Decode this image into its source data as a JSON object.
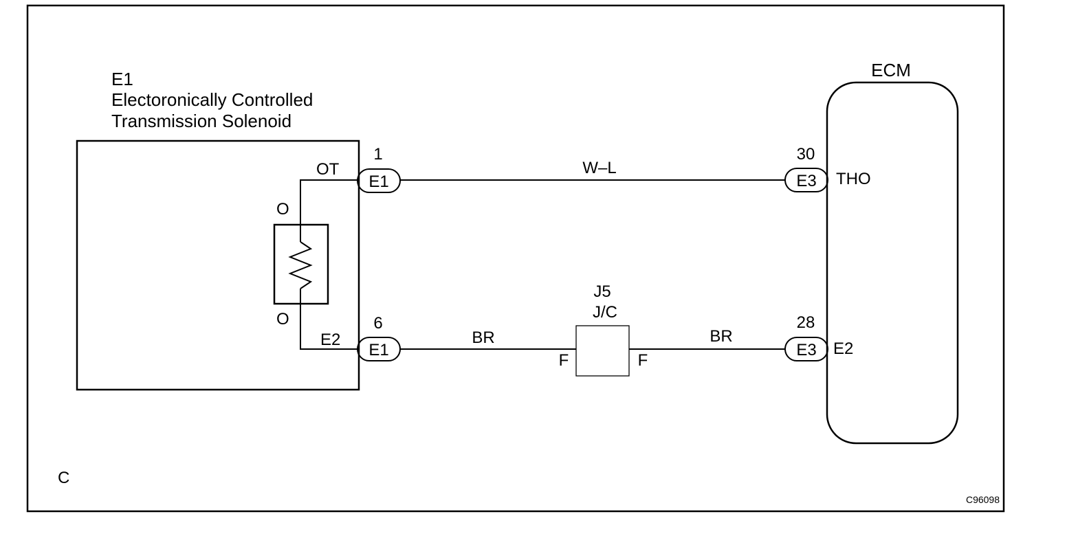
{
  "component": {
    "id": "E1",
    "name_line1": "Electoronically Controlled",
    "name_line2": "Transmission Solenoid",
    "terminal_top": "OT",
    "terminal_bottom": "E2",
    "sensor_top_mark": "O",
    "sensor_bottom_mark": "O"
  },
  "connectors": {
    "e1_top": {
      "label": "E1",
      "pin": "1"
    },
    "e1_bottom": {
      "label": "E1",
      "pin": "6"
    },
    "e3_top": {
      "label": "E3",
      "pin": "30",
      "terminal": "THO"
    },
    "e3_bottom": {
      "label": "E3",
      "pin": "28",
      "terminal": "E2"
    }
  },
  "wires": {
    "top": "W–L",
    "bottom_left": "BR",
    "bottom_right": "BR"
  },
  "junction": {
    "id": "J5",
    "type": "J/C",
    "left_pin": "F",
    "right_pin": "F"
  },
  "ecm": {
    "label": "ECM"
  },
  "corner_label": "C",
  "figure_code": "C96098"
}
